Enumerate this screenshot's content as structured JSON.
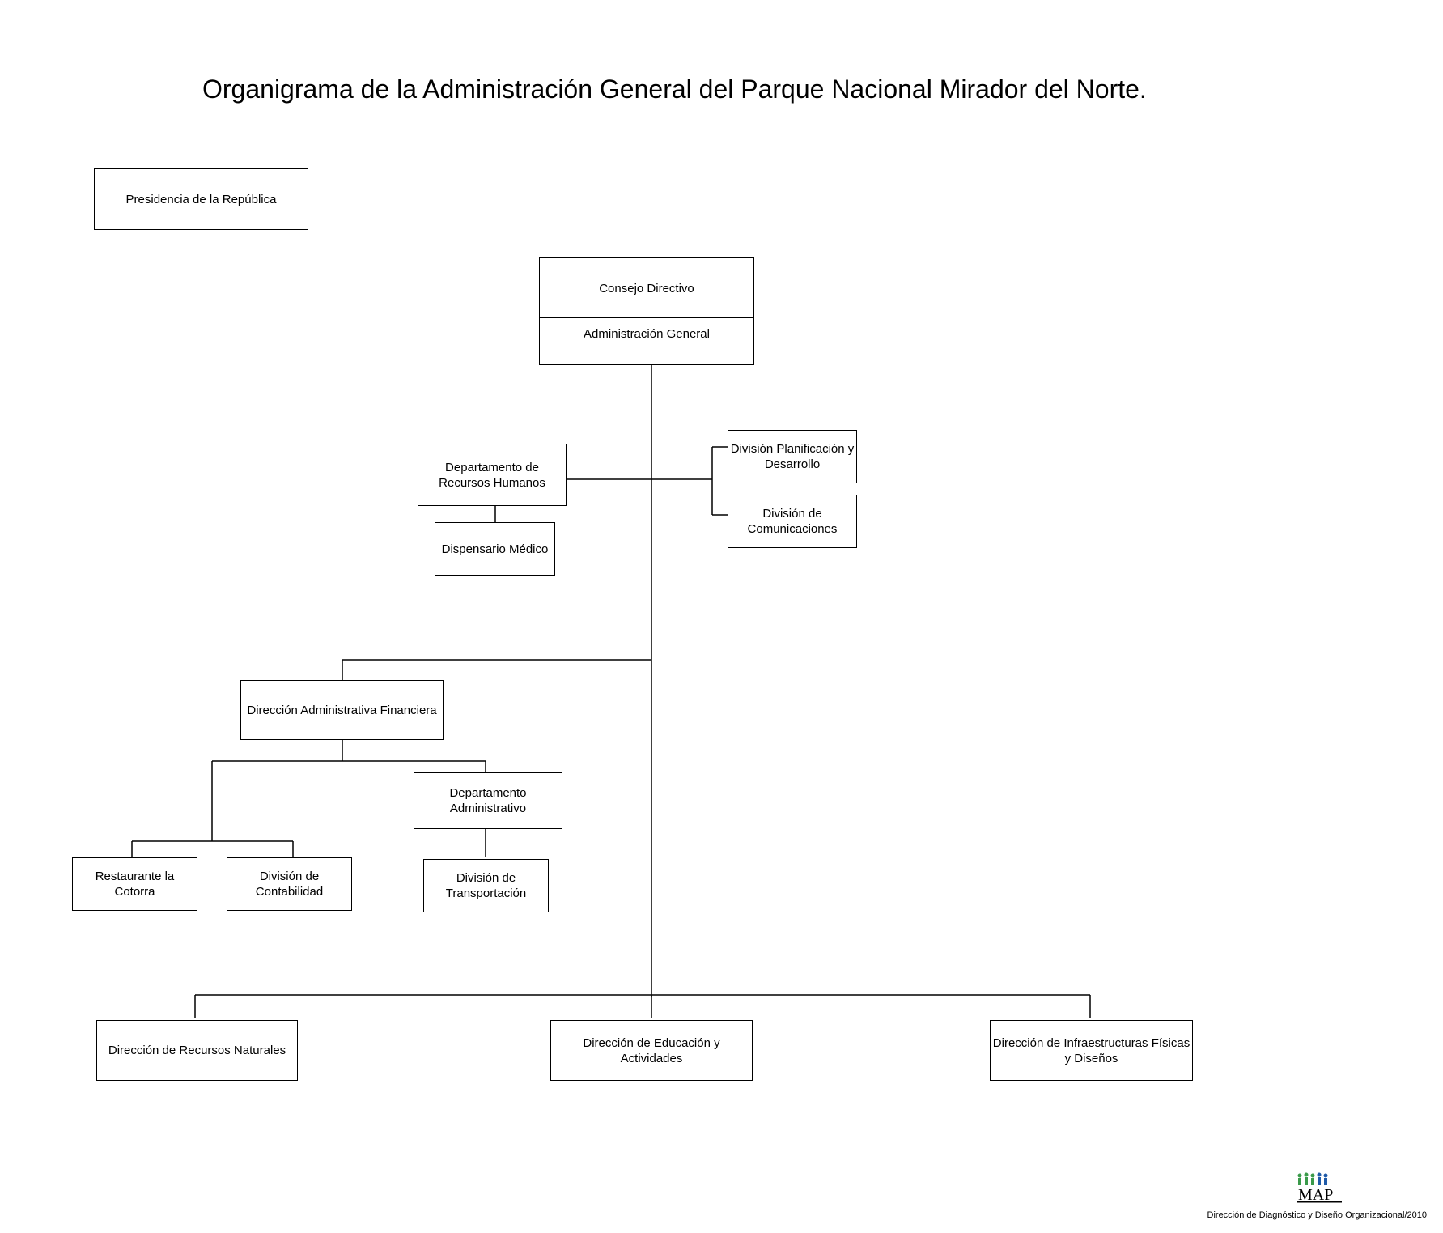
{
  "title": "Organigrama de la Administración General del Parque Nacional Mirador del Norte.",
  "nodes": {
    "presidencia": "Presidencia de la República",
    "consejo": "Consejo Directivo",
    "administracion": "Administración General",
    "rrhh": "Departamento de Recursos Humanos",
    "dispensario": "Dispensario Médico",
    "planificacion": "División Planificación y Desarrollo",
    "comunicaciones": "División de Comunicaciones",
    "financiera": "Dirección Administrativa Financiera",
    "dep_administrativo": "Departamento Administrativo",
    "restaurante": "Restaurante la Cotorra",
    "contabilidad": "División de Contabilidad",
    "transportacion": "División de Transportación",
    "recursos_naturales": "Dirección de Recursos Naturales",
    "educacion": "Dirección de Educación y Actividades",
    "infraestructura": "Dirección de Infraestructuras Físicas y Diseños"
  },
  "footer": "Dirección de Diagnóstico y Diseño Organizacional/2010",
  "logo": {
    "text": "MAP",
    "icon": "map-logo-icon"
  },
  "colors": {
    "line": "#000000",
    "background": "#ffffff",
    "logo_green": "#3a9a4a",
    "logo_blue": "#1f5aa8"
  }
}
